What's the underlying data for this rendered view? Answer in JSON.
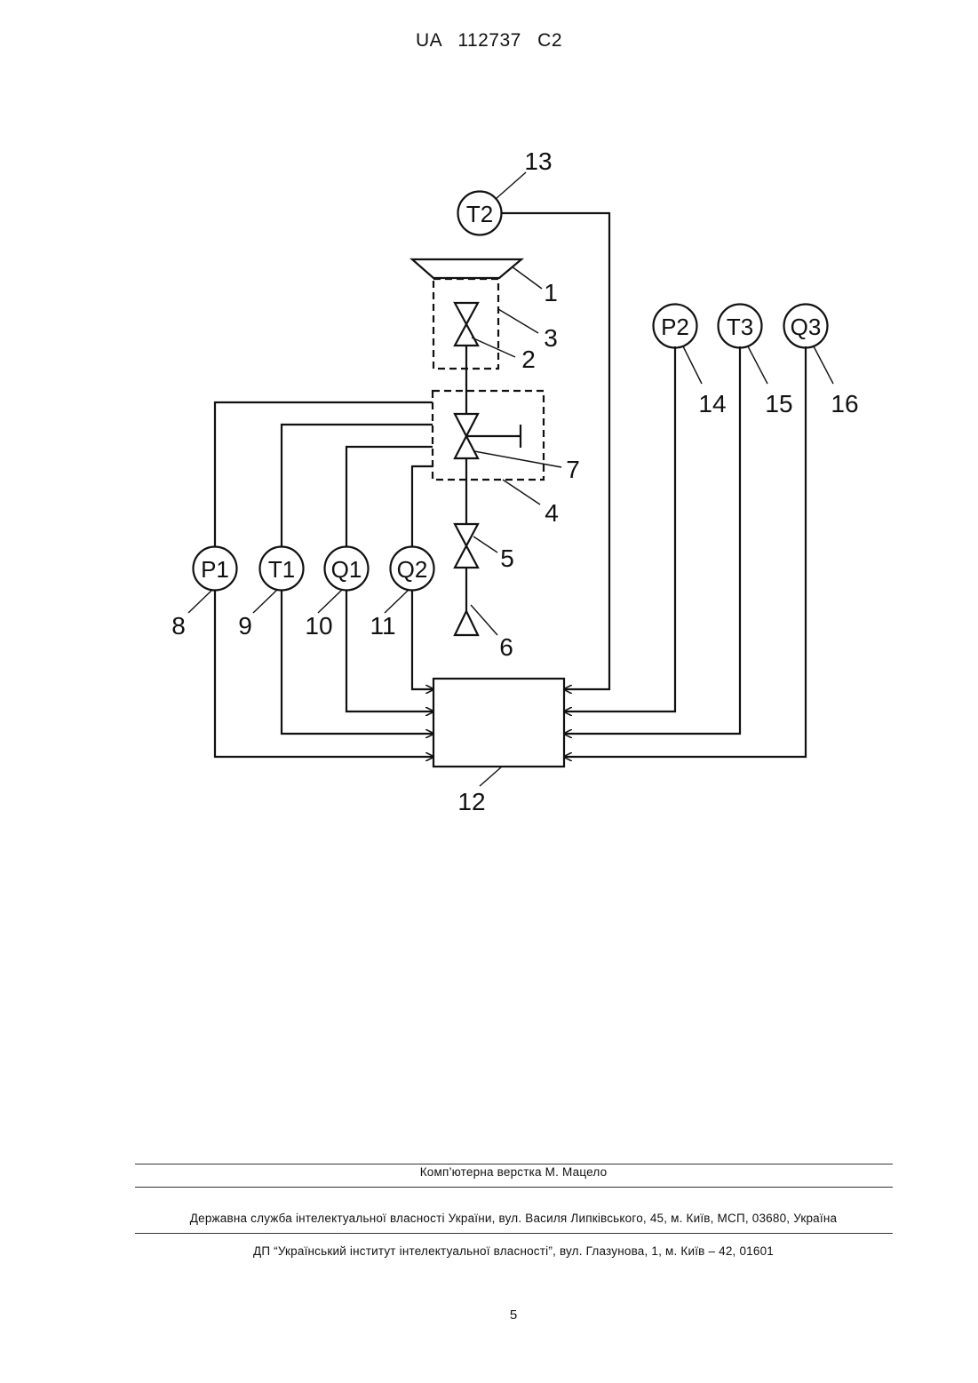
{
  "header": {
    "patent_id": "UA 112737 C2"
  },
  "diagram": {
    "instruments": {
      "t2_top": "T2",
      "p1": "P1",
      "t1": "T1",
      "q1": "Q1",
      "q2": "Q2",
      "p2": "P2",
      "t3": "T3",
      "q3": "Q3"
    },
    "numbers": {
      "n1": "1",
      "n2": "2",
      "n3": "3",
      "n4": "4",
      "n5": "5",
      "n6": "6",
      "n7": "7",
      "n8": "8",
      "n9": "9",
      "n10": "10",
      "n11": "11",
      "n12": "12",
      "n13": "13",
      "n14": "14",
      "n15": "15",
      "n16": "16"
    }
  },
  "footer": {
    "layout_credit": "Комп’ютерна верстка М. Мацело",
    "agency": "Державна служба інтелектуальної власності України, вул. Василя Липківського, 45, м. Київ, МСП, 03680, Україна",
    "institute": "ДП “Український інститут інтелектуальної власності”, вул. Глазунова, 1, м. Київ – 42, 01601",
    "page_number": "5"
  }
}
